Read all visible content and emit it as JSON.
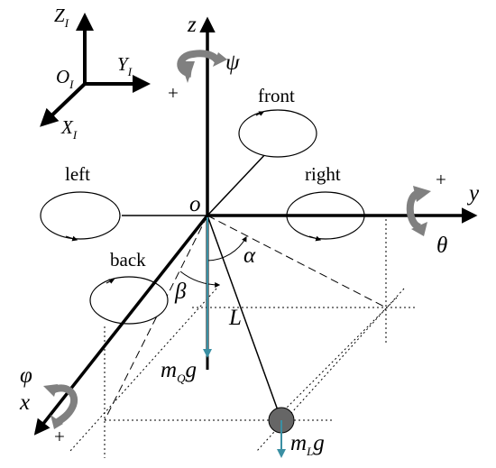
{
  "inertial_frame": {
    "z_axis": "Z",
    "z_sub": "I",
    "y_axis": "Y",
    "y_sub": "I",
    "x_axis": "X",
    "x_sub": "I",
    "origin": "O",
    "origin_sub": "I"
  },
  "body_frame": {
    "z_axis": "z",
    "y_axis": "y",
    "x_axis": "x",
    "origin": "o"
  },
  "rotations": {
    "yaw": "ψ",
    "pitch": "θ",
    "roll": "φ",
    "positive_sign": "+"
  },
  "rotors": {
    "front": "front",
    "left": "left",
    "right": "right",
    "back": "back"
  },
  "angles": {
    "alpha": "α",
    "beta": "β"
  },
  "cable_length": "L",
  "forces": {
    "quadrotor_weight": {
      "m": "m",
      "sub": "Q",
      "g": "g"
    },
    "load_weight": {
      "m": "m",
      "sub": "L",
      "g": "g"
    }
  },
  "colors": {
    "axis": "#000000",
    "rotation_arrow": "#808080",
    "force_arrow": "#3a8fa3",
    "load_mass": "#666666"
  }
}
